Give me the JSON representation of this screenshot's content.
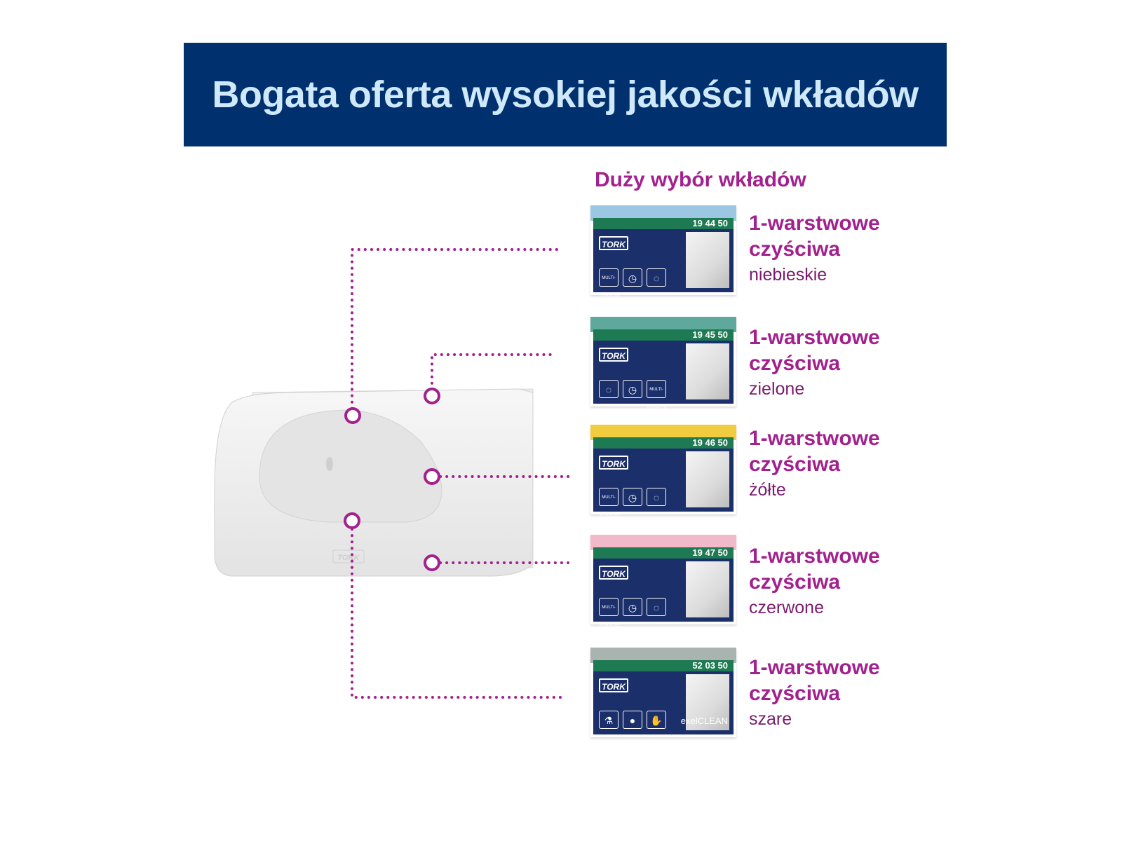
{
  "header": {
    "title": "Bogata oferta wysokiej jakości wkładów"
  },
  "subtitle": "Duży wybór wkładów",
  "colors": {
    "banner": "#00306d",
    "banner_text": "#cfe9fb",
    "accent": "#a3218e",
    "pack_front": "#1b2f6b",
    "pack_band": "#1d7a52"
  },
  "dispenser": {
    "logo": "TORK"
  },
  "products": [
    {
      "code": "19 44 50",
      "line1": "1-warstwowe",
      "line2": "czyściwa",
      "color_name": "niebieskie",
      "lid_color": "#9cc7e3",
      "icons": [
        "MULTI-PURPOSE",
        "clock-icon",
        "bubbles-icon"
      ]
    },
    {
      "code": "19 45 50",
      "line1": "1-warstwowe",
      "line2": "czyściwa",
      "color_name": "zielone",
      "lid_color": "#5fa89c",
      "icons": [
        "bubbles-icon",
        "clock-icon",
        "MULTI-PURPOSE"
      ]
    },
    {
      "code": "19 46 50",
      "line1": "1-warstwowe",
      "line2": "czyściwa",
      "color_name": "żółte",
      "lid_color": "#f0cc3e",
      "icons": [
        "MULTI-PURPOSE",
        "clock-icon",
        "bubbles-icon"
      ]
    },
    {
      "code": "19 47 50",
      "line1": "1-warstwowe",
      "line2": "czyściwa",
      "color_name": "czerwone",
      "lid_color": "#f2b9c9",
      "icons": [
        "MULTI-PURPOSE",
        "clock-icon",
        "bubbles-icon"
      ]
    },
    {
      "code": "52 03 50",
      "line1": "1-warstwowe",
      "line2": "czyściwa",
      "color_name": "szare",
      "lid_color": "#a9b3b0",
      "icons": [
        "flask-icon",
        "drops-icon",
        "hand-icon"
      ],
      "brand": "exelCLEAN"
    }
  ]
}
